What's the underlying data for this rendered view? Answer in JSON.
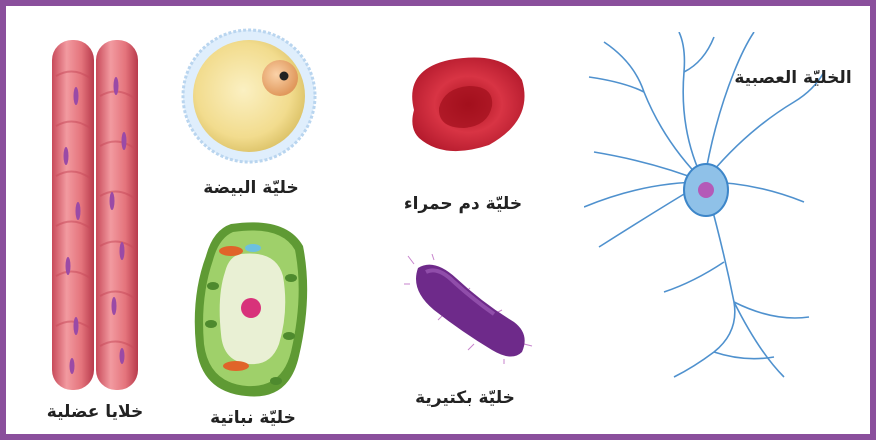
{
  "labels": {
    "nerve": "الخليّة العصبية",
    "red_blood": "خليّة دم حمراء",
    "egg": "خليّة البيضة",
    "muscle": "خلايا عضلية",
    "plant": "خليّة نباتية",
    "bacteria": "خليّة بكتيرية"
  },
  "colors": {
    "frame": "#8a4f9c",
    "neuron": "#3d86c9",
    "blood": "#c41f2f",
    "egg": "#f2dc8e",
    "muscle": "#e4747c",
    "plant": "#7fbc4d",
    "bacteria": "#6e2a8a"
  }
}
